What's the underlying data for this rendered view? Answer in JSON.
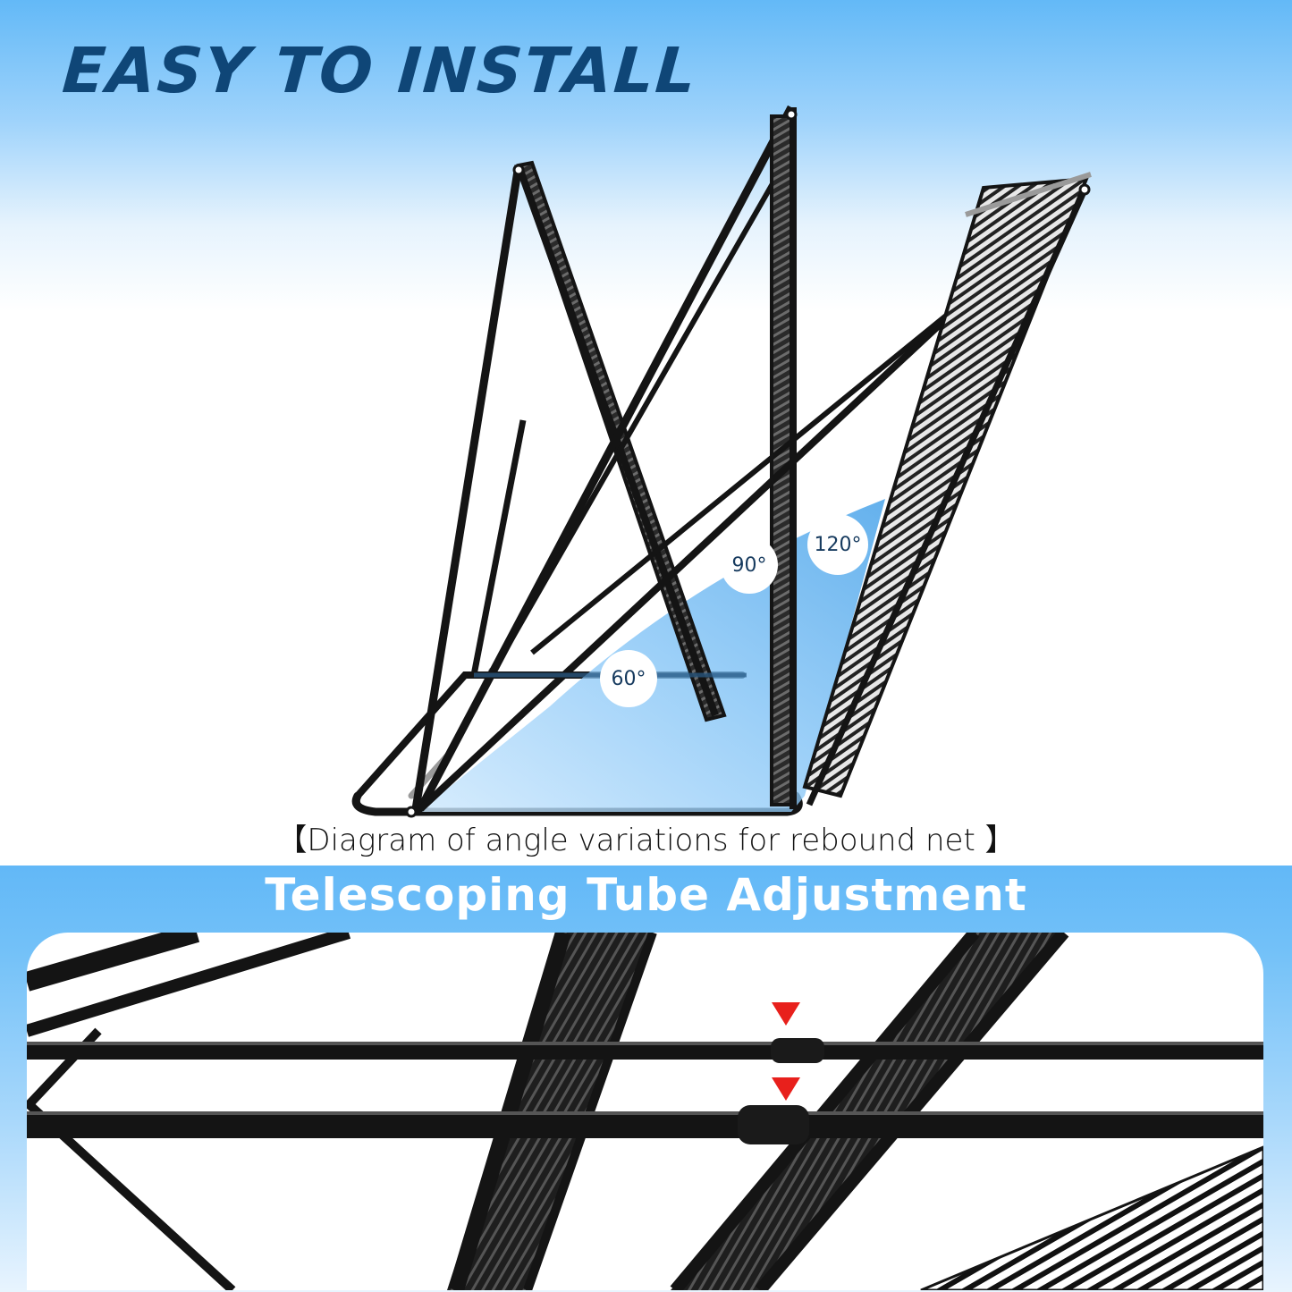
{
  "header": {
    "title": "EASY TO INSTALL"
  },
  "diagram": {
    "angles": [
      {
        "label": "60°",
        "value": 60
      },
      {
        "label": "90°",
        "value": 90
      },
      {
        "label": "120°",
        "value": 120
      }
    ],
    "caption": "【Diagram of angle variations for rebound net 】"
  },
  "detail": {
    "title": "Telescoping Tube Adjustment",
    "markers": [
      {
        "name": "upper-tube-joint-marker",
        "color": "#e8201c"
      },
      {
        "name": "lower-tube-joint-marker",
        "color": "#e8201c"
      }
    ]
  },
  "colors": {
    "title_navy": "#0f4677",
    "banner_blue": "#62b8f7",
    "angle_fill": "#5aaef0",
    "frame_black": "#141414",
    "marker_red": "#e8201c"
  }
}
